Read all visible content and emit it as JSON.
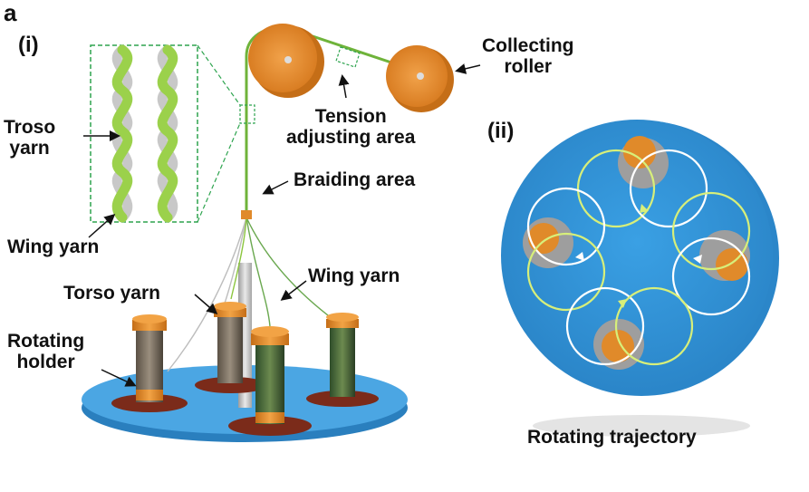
{
  "figure": {
    "panel_letter": "a",
    "subpanels": {
      "i": "(i)",
      "ii": "(ii)"
    }
  },
  "labels": {
    "collecting_roller": [
      "Collecting",
      "roller"
    ],
    "tension_adjusting_area": [
      "Tension",
      "adjusting area"
    ],
    "troso_yarn": [
      "Troso",
      "yarn"
    ],
    "braiding_area": "Braiding area",
    "wing_yarn_inset": "Wing yarn",
    "wing_yarn_main": "Wing yarn",
    "torso_yarn": "Torso yarn",
    "rotating_holder": [
      "Rotating",
      "holder"
    ],
    "rotating_trajectory": "Rotating trajectory"
  },
  "colors": {
    "platform_blue": "#3b97d6",
    "spool_orange": "#e08a2a",
    "yarn_green": "#8cc63f",
    "yarn_gray": "#b5b5b5",
    "inset_border": "#2ea44f",
    "trajectory_yellow": "#d7ef7a"
  }
}
